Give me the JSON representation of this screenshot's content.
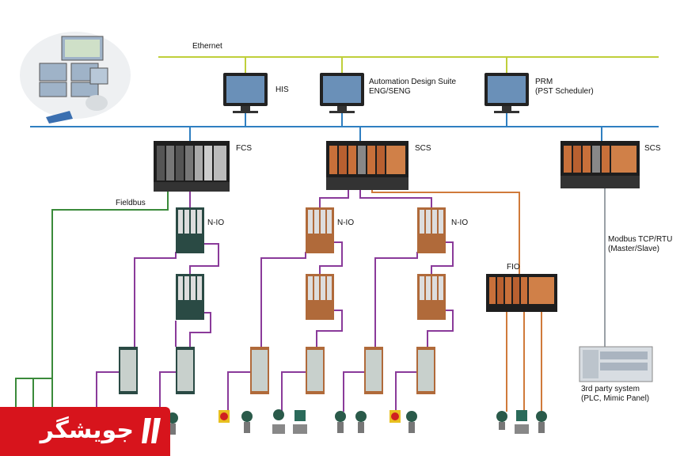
{
  "networks": {
    "ethernet": "Ethernet",
    "fieldbus": "Fieldbus",
    "modbus": "Modbus TCP/RTU\n(Master/Slave)"
  },
  "stations": {
    "his": "HIS",
    "ads_line1": "Automation Design Suite",
    "ads_line2": "ENG/SENG",
    "prm_line1": "PRM",
    "prm_line2": "(PST Scheduler)",
    "fcs": "FCS",
    "scs1": "SCS",
    "scs2": "SCS"
  },
  "io": {
    "nio1": "N-IO",
    "nio2": "N-IO",
    "nio3": "N-IO",
    "fio": "FIO"
  },
  "third_party": {
    "line1": "3rd party system",
    "line2": "(PLC, Mimic Panel)"
  },
  "logo": {
    "text": "جویشگر"
  },
  "colors": {
    "ethernet": "#bfcf3a",
    "control_bus": "#2f7fc1",
    "fieldbus": "#3a8a3a",
    "io_link": "#8a3a9a",
    "fio_link": "#d07a3a",
    "modbus": "#9aa0a6",
    "brand": "#d7141c"
  }
}
